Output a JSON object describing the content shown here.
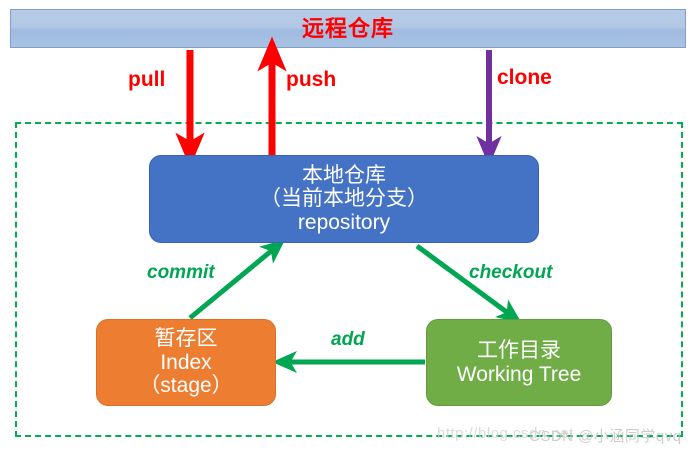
{
  "diagram": {
    "title": "远程仓库",
    "remote": {
      "label": "远程仓库",
      "color": "#ff0000",
      "fill": "#b3c8e6"
    },
    "nodes": [
      {
        "id": "repository",
        "lines": [
          "本地仓库",
          "（当前本地分支）",
          "repository"
        ],
        "color": "#4472c4"
      },
      {
        "id": "index",
        "lines": [
          "暂存区",
          "Index",
          "（stage）"
        ],
        "color": "#ed7d31"
      },
      {
        "id": "worktree",
        "lines": [
          "工作目录",
          "Working Tree"
        ],
        "color": "#70ad47"
      }
    ],
    "arrows": [
      {
        "id": "pull",
        "label": "pull",
        "color": "#ff0000",
        "from": "remote",
        "to": "repository"
      },
      {
        "id": "push",
        "label": "push",
        "color": "#ff0000",
        "from": "repository",
        "to": "remote"
      },
      {
        "id": "clone",
        "label": "clone",
        "color": "#7030a0",
        "from": "remote",
        "to": "repository"
      },
      {
        "id": "commit",
        "label": "commit",
        "color": "#00a651",
        "from": "index",
        "to": "repository"
      },
      {
        "id": "checkout",
        "label": "checkout",
        "color": "#00a651",
        "from": "repository",
        "to": "worktree"
      },
      {
        "id": "add",
        "label": "add",
        "color": "#00a651",
        "from": "worktree",
        "to": "index"
      }
    ],
    "local_area": {
      "border_color": "#00b050",
      "border_style": "dashed"
    },
    "watermark": {
      "text_a": "http://blog.csdn.net",
      "text_b": "CSDN @小涵同学qvq"
    }
  }
}
